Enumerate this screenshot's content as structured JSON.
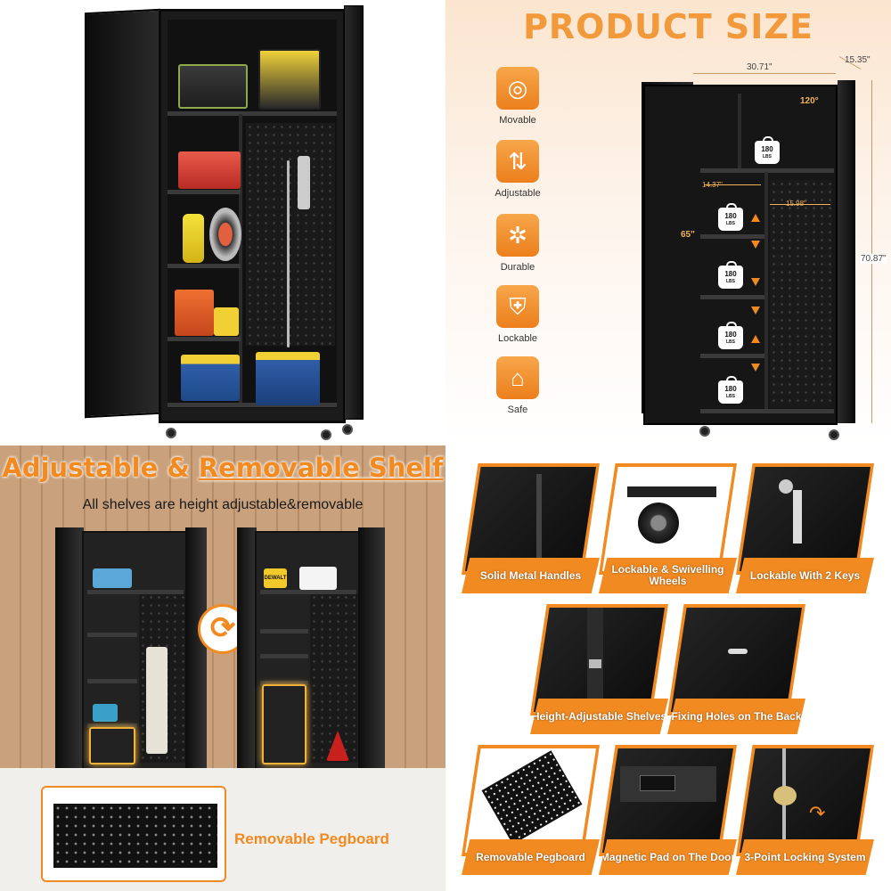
{
  "product_size": {
    "title": "PRODUCT SIZE",
    "features": [
      {
        "label": "Movable",
        "icon": "caster-wheel-icon",
        "glyph": "◎"
      },
      {
        "label": "Adjustable",
        "icon": "up-down-arrows-icon",
        "glyph": "⇅"
      },
      {
        "label": "Durable",
        "icon": "gear-wrench-icon",
        "glyph": "✲"
      },
      {
        "label": "Lockable",
        "icon": "shield-lock-icon",
        "glyph": "⛨"
      },
      {
        "label": "Safe",
        "icon": "house-check-icon",
        "glyph": "⌂"
      }
    ],
    "dimensions": {
      "width": "30.71\"",
      "depth": "15.35\"",
      "door_angle": "120°",
      "height_total": "70.87\"",
      "height_inner": "65\"",
      "shelf_width_left": "14.37\"",
      "shelf_width_right": "15.98\""
    },
    "weight_label": "180",
    "weight_unit": "LBS"
  },
  "adjustable": {
    "title_part1": "Adjustable & ",
    "title_part2": "Removable Shelf",
    "subtitle": "All shelves are height adjustable&removable",
    "pegboard_label": "Removable Pegboard",
    "brand_tag": "DEWALT"
  },
  "features_grid": [
    "Solid Metal Handles",
    "Lockable & Swivelling Wheels",
    "Lockable With 2 Keys",
    "Height-Adjustable Shelves",
    "Fixing Holes on The Back",
    "Removable Pegboard",
    "Magnetic Pad on The Door",
    "3-Point Locking System"
  ],
  "colors": {
    "accent": "#f28a22",
    "cabinet": "#161616",
    "title_orange": "#f29a3b"
  }
}
